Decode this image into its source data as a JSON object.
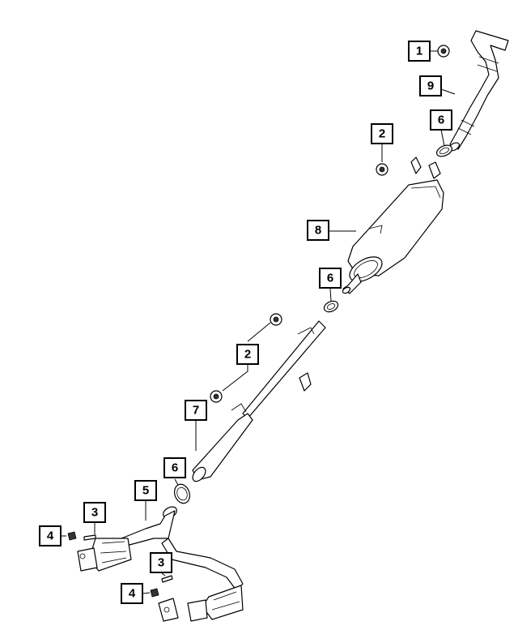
{
  "callouts": [
    {
      "id": "c1",
      "label": "1"
    },
    {
      "id": "c9",
      "label": "9"
    },
    {
      "id": "c6a",
      "label": "6"
    },
    {
      "id": "c2a",
      "label": "2"
    },
    {
      "id": "c8",
      "label": "8"
    },
    {
      "id": "c6b",
      "label": "6"
    },
    {
      "id": "c2b",
      "label": "2"
    },
    {
      "id": "c7",
      "label": "7"
    },
    {
      "id": "c6c",
      "label": "6"
    },
    {
      "id": "c5",
      "label": "5"
    },
    {
      "id": "c3a",
      "label": "3"
    },
    {
      "id": "c4a",
      "label": "4"
    },
    {
      "id": "c3b",
      "label": "3"
    },
    {
      "id": "c4b",
      "label": "4"
    }
  ],
  "colors": {
    "line": "#000000",
    "background": "#ffffff"
  }
}
